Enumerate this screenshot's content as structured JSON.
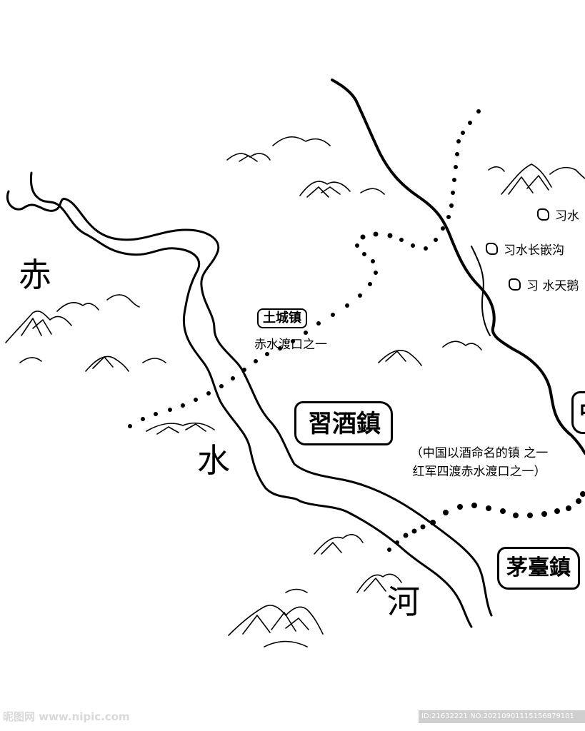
{
  "river": {
    "name_chars": [
      "赤",
      "水",
      "河"
    ]
  },
  "towns": {
    "tucheng": {
      "name": "土城镇",
      "desc": "赤水渡口之一"
    },
    "xijiu": {
      "name": "習酒鎮",
      "desc_line1": "（中国以酒命名的镇 之一",
      "desc_line2": "红军四渡赤水渡口之一）"
    },
    "maotai": {
      "name": "茅臺鎮"
    },
    "edge_partial": {
      "name": "中"
    }
  },
  "places": [
    {
      "label": "习水"
    },
    {
      "label": "习水长嵌沟"
    },
    {
      "label": "习 水天鹅"
    }
  ],
  "watermark": {
    "left": "昵图网 www.nipic.com",
    "right": "ID:21632221 NO:20210901115156879101"
  },
  "style": {
    "ink": "#000000",
    "paper": "#ffffff"
  }
}
